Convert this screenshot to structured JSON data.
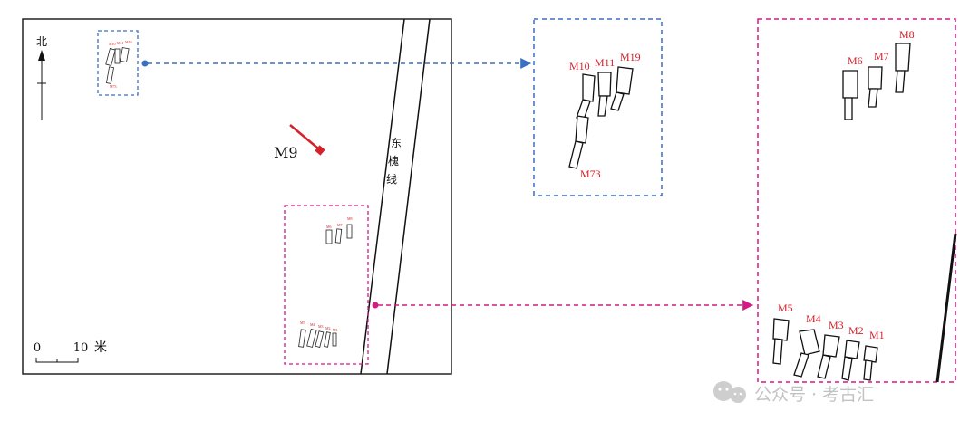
{
  "north_label": "北",
  "road_label": "东槐线",
  "scale": {
    "zero": "0",
    "value": "10",
    "unit": "米"
  },
  "m9_label": "M9",
  "group_north": {
    "labels": [
      "M10",
      "M11",
      "M19",
      "M73"
    ]
  },
  "group_south": {
    "upper_labels": [
      "M6",
      "M7",
      "M8"
    ],
    "lower_labels": [
      "M5",
      "M4",
      "M3",
      "M2",
      "M1"
    ]
  },
  "watermark": "公众号 · 考古汇",
  "colors": {
    "blue_box": "#3a6fc4",
    "pink_box": "#d21a84",
    "red": "#d6202a"
  }
}
